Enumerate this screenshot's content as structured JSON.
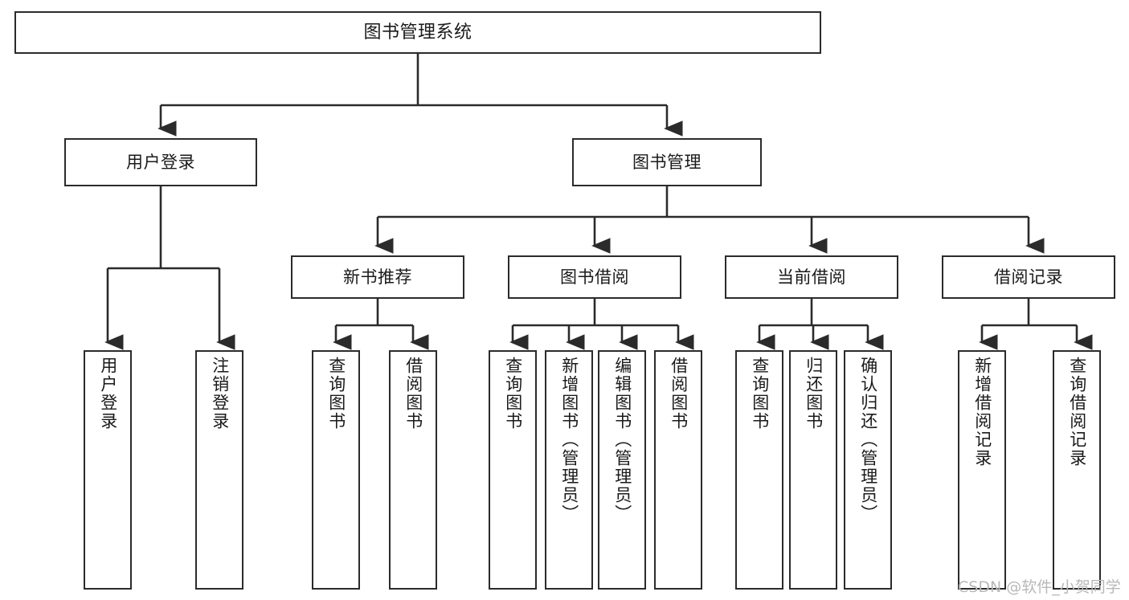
{
  "diagram": {
    "title": "图书管理系统",
    "type": "tree-hierarchy-diagram",
    "watermark": "CSDN @软件_小贺同学",
    "colors": {
      "box_border": "#2b2b2b",
      "box_fill": "#ffffff",
      "edge": "#2b2b2b",
      "text": "#1a1a1a",
      "watermark": "#b8b8b8",
      "background": "#ffffff"
    },
    "nodes": {
      "root": {
        "label": "图书管理系统"
      },
      "level2": [
        {
          "id": "user-login",
          "label": "用户登录"
        },
        {
          "id": "book-manage",
          "label": "图书管理"
        }
      ],
      "level3": [
        {
          "id": "new-book-recommend",
          "label": "新书推荐"
        },
        {
          "id": "book-borrow",
          "label": "图书借阅"
        },
        {
          "id": "current-borrow",
          "label": "当前借阅"
        },
        {
          "id": "borrow-record",
          "label": "借阅记录"
        }
      ],
      "leaves": {
        "user-login": [
          {
            "id": "leaf-user-login",
            "label": "用户登录"
          },
          {
            "id": "leaf-logout-login",
            "label": "注销登录"
          }
        ],
        "new-book-recommend": [
          {
            "id": "leaf-query-book-1",
            "label": "查询图书"
          },
          {
            "id": "leaf-borrow-book-1",
            "label": "借阅图书"
          }
        ],
        "book-borrow": [
          {
            "id": "leaf-query-book-2",
            "label": "查询图书"
          },
          {
            "id": "leaf-add-book",
            "label": "新增图书（管理员）"
          },
          {
            "id": "leaf-edit-book",
            "label": "编辑图书（管理员）"
          },
          {
            "id": "leaf-borrow-book-2",
            "label": "借阅图书"
          }
        ],
        "current-borrow": [
          {
            "id": "leaf-query-book-3",
            "label": "查询图书"
          },
          {
            "id": "leaf-return-book",
            "label": "归还图书"
          },
          {
            "id": "leaf-confirm-return",
            "label": "确认归还（管理员）"
          }
        ],
        "borrow-record": [
          {
            "id": "leaf-add-record",
            "label": "新增借阅记录"
          },
          {
            "id": "leaf-query-record",
            "label": "查询借阅记录"
          }
        ]
      }
    }
  }
}
